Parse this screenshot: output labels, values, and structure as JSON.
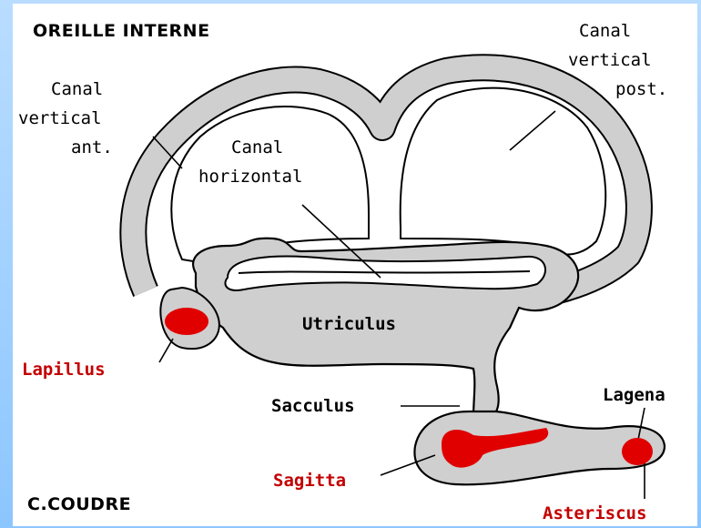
{
  "diagram": {
    "title": "OREILLE INTERNE",
    "credit": "C.COUDRE",
    "labels": {
      "canal_vertical_ant": [
        "Canal",
        "vertical",
        "ant."
      ],
      "canal_vertical_post": [
        "Canal",
        "vertical",
        "post."
      ],
      "canal_horizontal": [
        "Canal",
        "horizontal"
      ],
      "utriculus": "Utriculus",
      "sacculus": "Sacculus",
      "lagena": "Lagena",
      "lapillus": "Lapillus",
      "sagitta": "Sagitta",
      "asteriscus": "Asteriscus"
    },
    "colors": {
      "background": "#9fd0ff",
      "organ_fill": "#cfcfcf",
      "outline": "#000000",
      "otolith": "#e00000",
      "otolith_label": "#c40000"
    }
  }
}
